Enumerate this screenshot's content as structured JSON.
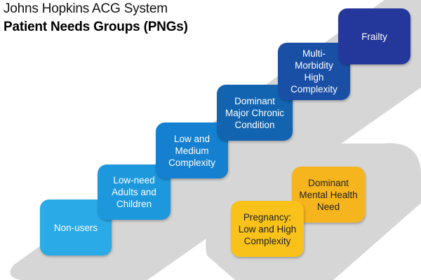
{
  "header": {
    "title": "Johns Hopkins ACG System",
    "subtitle": "Patient Needs Groups (PNGs)"
  },
  "colors": {
    "band": "#d6d6d6",
    "non_users": "#2aaae6",
    "low_need": "#1d98dd",
    "low_medium": "#1580cf",
    "dominant_chronic": "#1364b0",
    "multi_morbidity": "#1a4fa6",
    "frailty": "#24379a",
    "mental_health": "#f7b51d",
    "pregnancy": "#f8c21a"
  },
  "main_track": {
    "groups": [
      {
        "label": "Non-users"
      },
      {
        "label": "Low-need\nAdults and\nChildren"
      },
      {
        "label": "Low and\nMedium\nComplexity"
      },
      {
        "label": "Dominant\nMajor Chronic\nCondition"
      },
      {
        "label": "Multi-\nMorbidity\nHigh\nComplexity"
      },
      {
        "label": "Frailty"
      }
    ]
  },
  "side_track": {
    "groups": [
      {
        "label": "Dominant\nMental Health\nNeed"
      },
      {
        "label": "Pregnancy:\nLow and High\nComplexity"
      }
    ]
  }
}
